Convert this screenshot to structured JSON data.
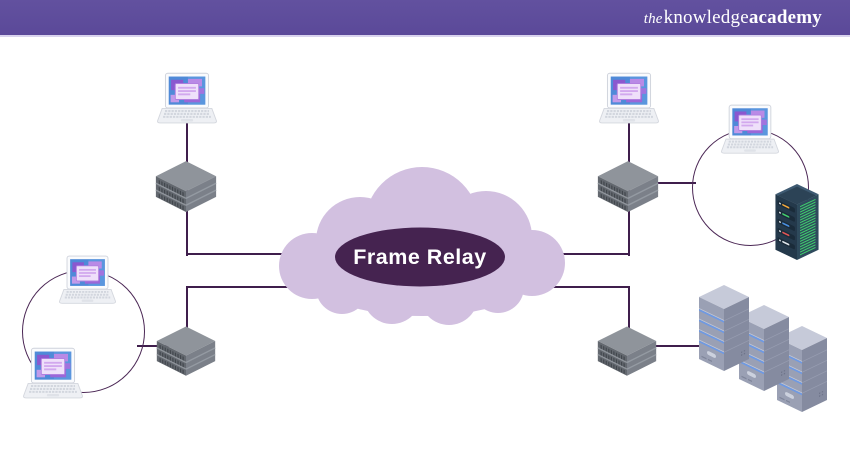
{
  "header": {
    "logo": {
      "prefix": "the",
      "word1": "knowledge",
      "word2": "academy"
    }
  },
  "cloud": {
    "label": "Frame Relay"
  },
  "colors": {
    "canvas-bg": "#ffffff",
    "header-bg": "#5b4999",
    "header-border": "#d9d3ee",
    "line": "#3f1e4c",
    "ring": "#4b2755",
    "cloud-fill": "#d2c0e0",
    "cloud-ellipse": "#452350",
    "cloud-text": "#ffffff"
  },
  "diagram": {
    "type": "network-topology",
    "center": "frame-relay-cloud",
    "branches": [
      {
        "position": "top-left",
        "devices": [
          "laptop",
          "switch-stack"
        ]
      },
      {
        "position": "bottom-left",
        "devices": [
          "ring-network",
          "laptop",
          "laptop",
          "switch-stack"
        ]
      },
      {
        "position": "top-right",
        "devices": [
          "laptop",
          "switch-stack",
          "ring-network",
          "laptop",
          "server-rack"
        ]
      },
      {
        "position": "bottom-right",
        "devices": [
          "switch-stack",
          "server-tower",
          "server-tower",
          "server-tower"
        ]
      }
    ]
  }
}
